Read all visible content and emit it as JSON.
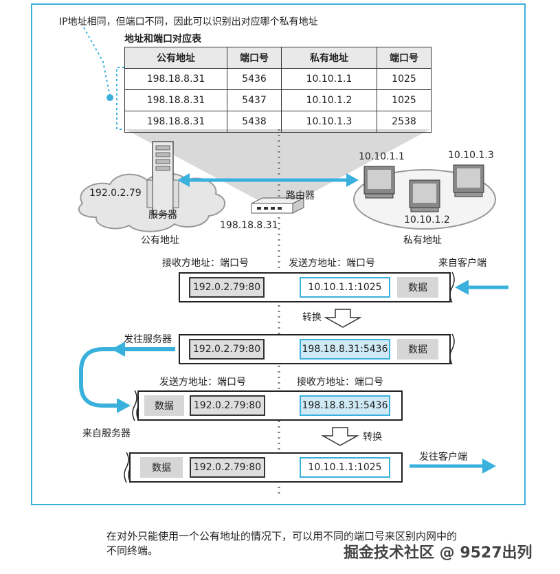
{
  "top_note": "IP地址相同，但端口不同，因此可以识别出对应哪个私有地址",
  "table": {
    "title": "地址和端口对应表",
    "headers": [
      "公有地址",
      "端口号",
      "私有地址",
      "端口号"
    ],
    "rows": [
      [
        "198.18.8.31",
        "5436",
        "10.10.1.1",
        "1025"
      ],
      [
        "198.18.8.31",
        "5437",
        "10.10.1.2",
        "1025"
      ],
      [
        "198.18.8.31",
        "5438",
        "10.10.1.3",
        "2538"
      ]
    ]
  },
  "network": {
    "server_ip": "192.0.2.79",
    "server_label": "服务器",
    "public_label": "公有地址",
    "router_label": "路由器",
    "router_ip": "198.18.8.31",
    "private_label": "私有地址",
    "pc1": "10.10.1.1",
    "pc2": "10.10.1.2",
    "pc3": "10.10.1.3"
  },
  "packets": {
    "h1_recv": "接收方地址：端口号",
    "h1_send": "发送方地址：端口号",
    "from_client": "来自客户端",
    "p1_dst": "192.0.2.79:80",
    "p1_src": "10.10.1.1:1025",
    "data": "数据",
    "convert1": "转换",
    "to_server": "发往服务器",
    "p2_dst": "192.0.2.79:80",
    "p2_src": "198.18.8.31:5436",
    "h2_send": "发送方地址：端口号",
    "h2_recv": "接收方地址：端口号",
    "from_server": "来自服务器",
    "p3_src": "192.0.2.79:80",
    "p3_dst": "198.18.8.31:5436",
    "convert2": "转换",
    "to_client": "发往客户端",
    "p4_src": "192.0.2.79:80",
    "p4_dst": "10.10.1.1:1025"
  },
  "caption": {
    "line1": "在对外只能使用一个公有地址的情况下，可以用不同的端口号来区别内网中的",
    "line2": "不同终端。"
  },
  "watermark": "掘金技术社区 @ 9527出列",
  "colors": {
    "accent": "#3ab0dc",
    "fill": "#cfeaf5",
    "cell_grey": "#dedede"
  }
}
